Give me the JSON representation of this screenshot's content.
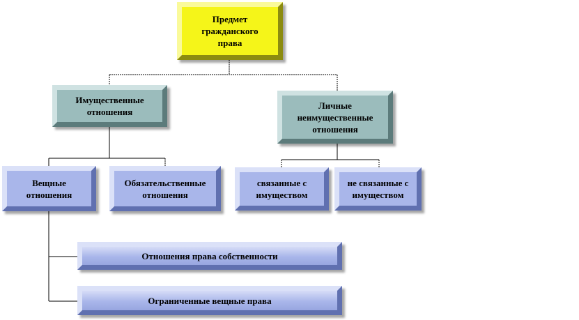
{
  "root": {
    "label": "Предмет гражданского права"
  },
  "property_relations": {
    "label": "Имущественные отношения"
  },
  "personal_nonproperty_relations": {
    "label": "Личные неимущественные отношения"
  },
  "real_relations": {
    "label": "Вещные отношения"
  },
  "obligation_relations": {
    "label": "Обязательственные отношения"
  },
  "property_related": {
    "label": "связанные с имуществом"
  },
  "not_property_related": {
    "label": "не связанные с имуществом"
  },
  "ownership_relations": {
    "label": "Отношения права собственности"
  },
  "limited_real_rights": {
    "label": "Ограниченные вещные права"
  },
  "colors": {
    "root_fill": "#f5f519",
    "level1_fill": "#9bbcbc",
    "level2_fill": "#a9b6ea"
  }
}
